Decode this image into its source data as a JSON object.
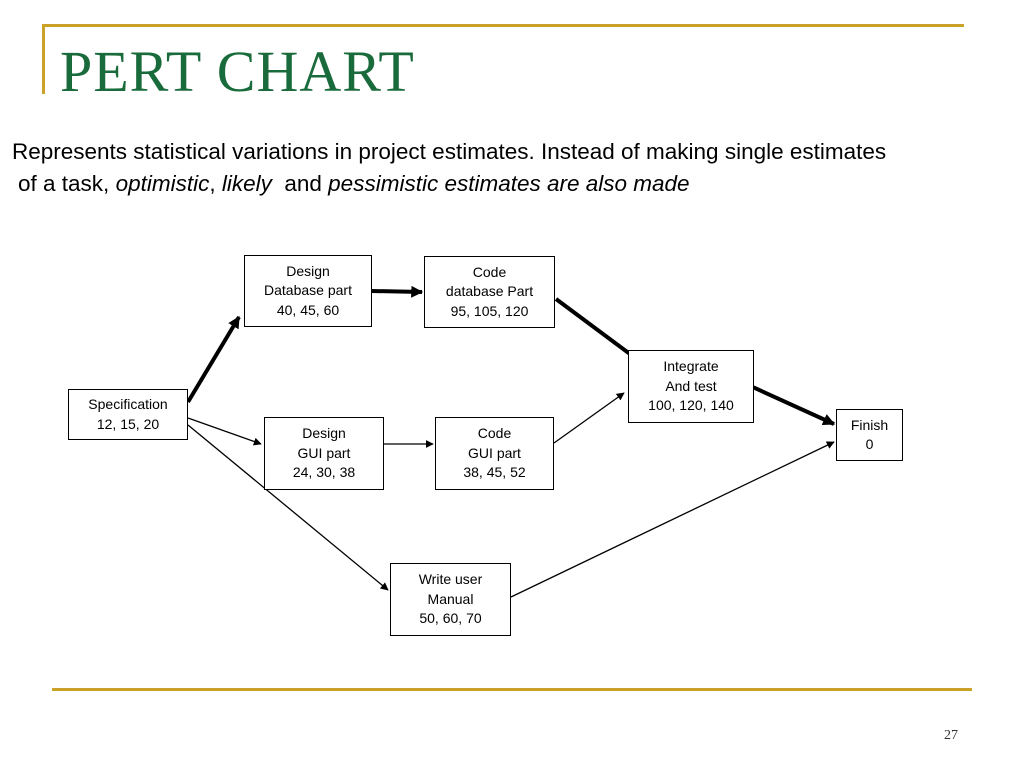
{
  "slide": {
    "title": "PERT CHART",
    "subtitle": {
      "line1": "Represents statistical variations in project estimates. Instead of making single estimates",
      "line2_prefix": "of a task, ",
      "italic_optimistic": "optimistic",
      "comma": ", ",
      "italic_likely": "likely",
      "connector": "  and ",
      "italic_pessimistic": "pessimistic estimates are also made"
    },
    "page_number": "27"
  },
  "colors": {
    "title": "#1a6b3c",
    "accent_rule": "#c9a227"
  },
  "diagram": {
    "nodes": {
      "spec": {
        "l1": "Specification",
        "l2": "12, 15, 20"
      },
      "design_db": {
        "l1": "Design",
        "l2": "Database part",
        "l3": "40, 45, 60"
      },
      "code_db": {
        "l1": "Code",
        "l2": "database Part",
        "l3": "95, 105, 120"
      },
      "design_gui": {
        "l1": "Design",
        "l2": "GUI part",
        "l3": "24, 30, 38"
      },
      "code_gui": {
        "l1": "Code",
        "l2": "GUI part",
        "l3": "38, 45, 52"
      },
      "integrate": {
        "l1": "Integrate",
        "l2": "And test",
        "l3": "100, 120, 140"
      },
      "finish": {
        "l1": "Finish",
        "l2": "0"
      },
      "manual": {
        "l1": "Write user",
        "l2": "Manual",
        "l3": "50, 60, 70"
      }
    },
    "edges": [
      {
        "from": "Specification",
        "to": "Design Database part",
        "critical": true
      },
      {
        "from": "Design Database part",
        "to": "Code database Part",
        "critical": true
      },
      {
        "from": "Code database Part",
        "to": "Integrate And test",
        "critical": true
      },
      {
        "from": "Integrate And test",
        "to": "Finish",
        "critical": true
      },
      {
        "from": "Specification",
        "to": "Design GUI part",
        "critical": false
      },
      {
        "from": "Design GUI part",
        "to": "Code GUI part",
        "critical": false
      },
      {
        "from": "Code GUI part",
        "to": "Integrate And test",
        "critical": false
      },
      {
        "from": "Specification",
        "to": "Write user Manual",
        "critical": false
      },
      {
        "from": "Write user Manual",
        "to": "Finish",
        "critical": false
      }
    ]
  }
}
